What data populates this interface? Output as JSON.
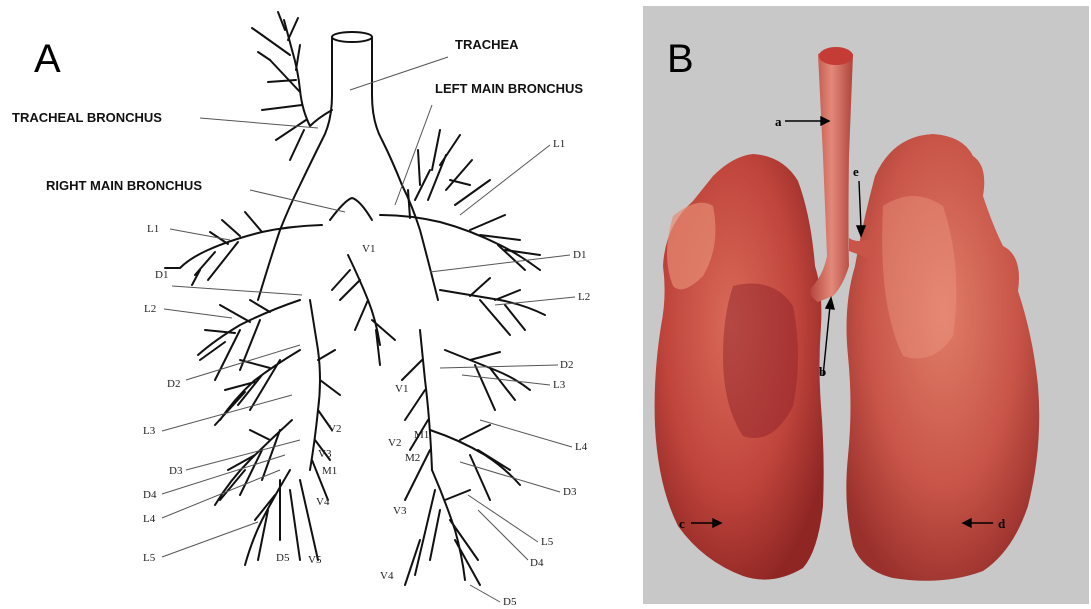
{
  "panel_a": {
    "letter": "A",
    "labels": {
      "trachea": "TRACHEA",
      "left_main_bronchus": "LEFT MAIN BRONCHUS",
      "tracheal_bronchus": "TRACHEAL BRONCHUS",
      "right_main_bronchus": "RIGHT MAIN BRONCHUS"
    },
    "right_lung_labels": [
      "L1",
      "D1",
      "L2",
      "D2",
      "L3",
      "D3",
      "D4",
      "L4",
      "L5",
      "D5",
      "V5",
      "V4",
      "M1",
      "V3",
      "V2",
      "V1"
    ],
    "left_lung_labels": [
      "L1",
      "D1",
      "L2",
      "D2",
      "L3",
      "V1",
      "L4",
      "M1",
      "V2",
      "M2",
      "D3",
      "V3",
      "L5",
      "D4",
      "V4",
      "D5"
    ]
  },
  "panel_b": {
    "letter": "B",
    "labels": [
      "a",
      "b",
      "c",
      "d",
      "e"
    ]
  }
}
